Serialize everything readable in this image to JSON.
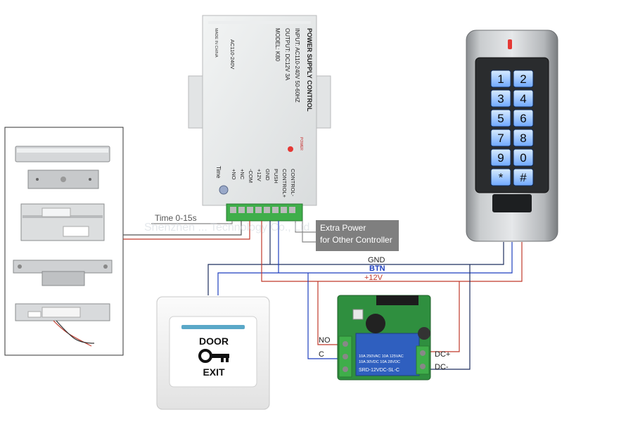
{
  "power_supply": {
    "title": "POWER SUPPLY CONTROL",
    "input": "INPUT: AC110-240V  50-60HZ",
    "output": "OUTPUT: DC12V  3A",
    "model": "MODEL: K80",
    "made_in": "MADE IN CHINA",
    "ac_label": "AC110-240V",
    "power_led_label": "POWER",
    "time_label": "Time",
    "terminals": [
      "+NO",
      "+NC",
      "-COM",
      "+12V",
      "GND",
      "PUSH",
      "CONTROL+",
      "CONTROL-"
    ]
  },
  "wiring": {
    "time_range": "Time 0-15s",
    "extra_power_line1": "Extra Power",
    "extra_power_line2": "for Other Controller",
    "gnd": "GND",
    "btn": "BTN",
    "v12": "+12V",
    "relay_no": "NO",
    "relay_c": "C",
    "dc_plus": "DC+",
    "dc_minus": "DC-"
  },
  "keypad": {
    "keys": [
      "1",
      "2",
      "3",
      "4",
      "5",
      "6",
      "7",
      "8",
      "9",
      "0",
      "*",
      "#"
    ]
  },
  "exit_button": {
    "line1": "DOOR",
    "line2": "EXIT"
  },
  "relay_board": {
    "relay_text1": "10A 250VAC  10A 125VAC",
    "relay_text2": "10A  30VDC  10A  28VDC",
    "relay_model": "SRD-12VDC-SL-C"
  },
  "watermark": "Shenzhen ... Technology Co., Ltd",
  "colors": {
    "gnd_wire": "#1f2f5f",
    "btn_wire": "#1f3fbf",
    "v12_wire": "#c0392b",
    "grey_wire": "#888888"
  }
}
